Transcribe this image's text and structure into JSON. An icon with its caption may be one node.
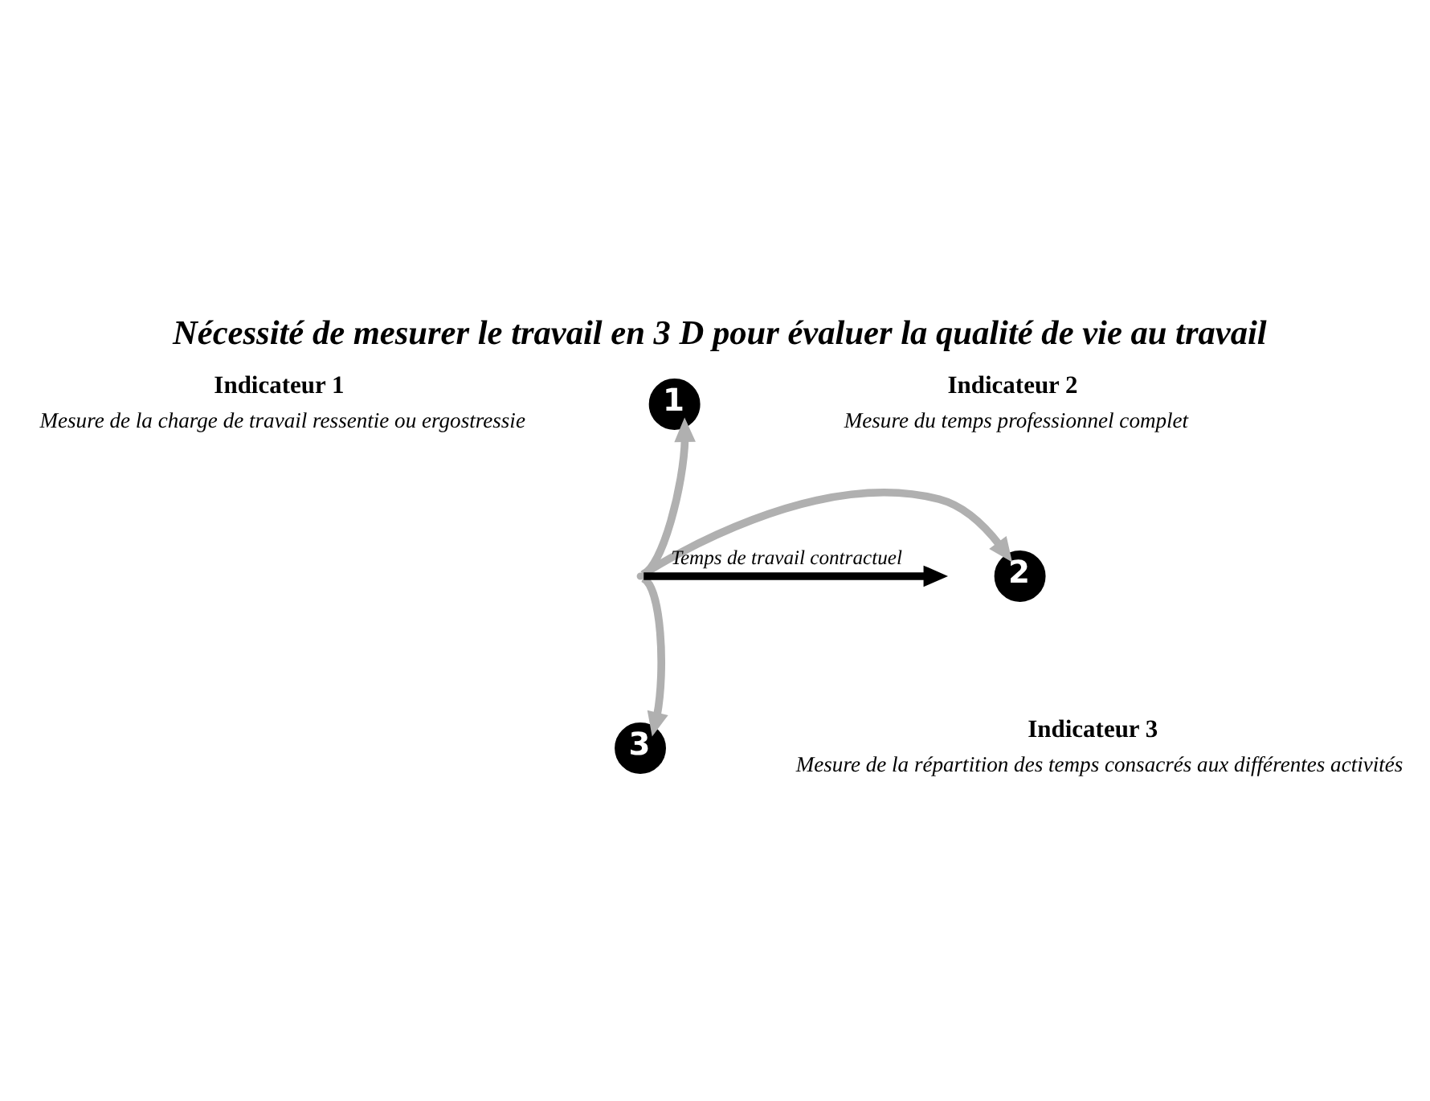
{
  "diagram": {
    "title": "Nécessité de mesurer le travail en 3 D pour évaluer la qualité de vie au travail",
    "nodes": [
      {
        "text": [],
        "shape": "point"
      },
      {
        "text": [
          "1"
        ],
        "beside": [
          "Indicateur 1",
          "Mesure de la charge de travail ressentie ou ergostressie"
        ]
      },
      {
        "text": [
          "2"
        ],
        "beside": [
          "Indicateur 2",
          "Mesure du temps professionnel complet"
        ]
      },
      {
        "text": [
          "3"
        ],
        "beside": [
          "Indicateur 3",
          "Mesure de la répartition des temps consacrés aux différentes activités"
        ]
      }
    ],
    "edges": [
      {
        "from": 0,
        "to": 1,
        "arrow": "to"
      },
      {
        "from": 0,
        "to": 2,
        "arrow": "to"
      },
      {
        "from": 0,
        "to": 3,
        "arrow": "to"
      },
      {
        "from": 0,
        "to": null,
        "arrow": "to",
        "label": "Temps de travail contractuel",
        "color": "#000000"
      }
    ]
  }
}
